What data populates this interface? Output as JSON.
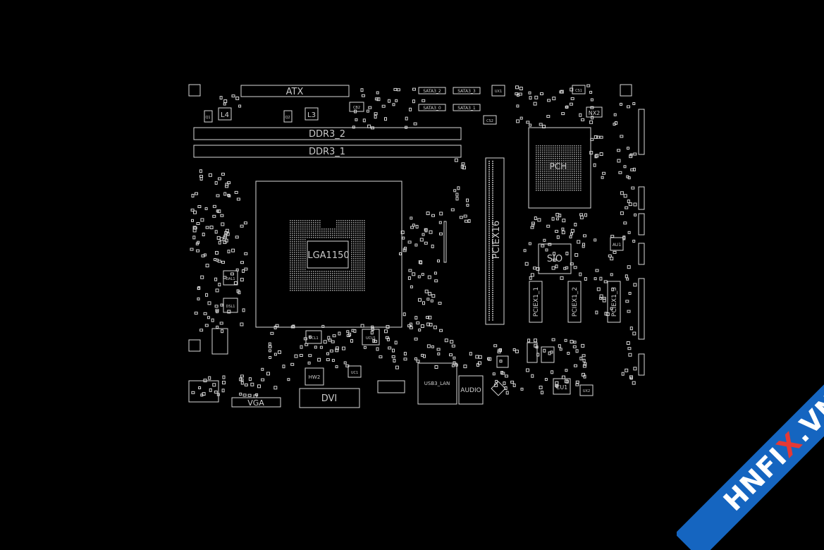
{
  "board": {
    "connectors": {
      "atx": "ATX",
      "ddr_slot_2": "DDR3_2",
      "ddr_slot_1": "DDR3_1",
      "pciex16": "PCIEX16",
      "pciex1_a": "PCIEX1_1",
      "pciex1_b": "PCIEX1_2",
      "pciex1_c": "PCIEX1_3",
      "vga": "VGA",
      "dvi": "DVI",
      "audio": "AUDIO",
      "usb_lan": "USB3_LAN",
      "sata_a": "SATA3_2",
      "sata_b": "SATA3_3",
      "sata_c": "SATA3_0",
      "sata_d": "SATA3_1"
    },
    "chips": {
      "cpu": "LGA1150",
      "pch": "PCH",
      "sio": "SIO",
      "cu1": "CU1",
      "nx2": "NX2",
      "au1": "AU1",
      "hw2": "HW2"
    },
    "inductors": {
      "l4": "L4",
      "l3": "L3"
    },
    "small_labels": {
      "dl1": "DAL1",
      "dl2": "DSL1",
      "dcl1": "DCL1",
      "ucu1": "UCU1",
      "uc1": "UC1",
      "ux1": "UX1",
      "ux2": "UX2",
      "cs1": "CS1",
      "cs2": "CS2",
      "cb2": "CB2",
      "q1": "Q1",
      "q2": "Q2"
    }
  },
  "watermark": {
    "prefix": "HNFI",
    "accent": "X",
    "suffix": ".VN",
    "band_color": "#1565c0",
    "accent_color": "#e53935"
  }
}
